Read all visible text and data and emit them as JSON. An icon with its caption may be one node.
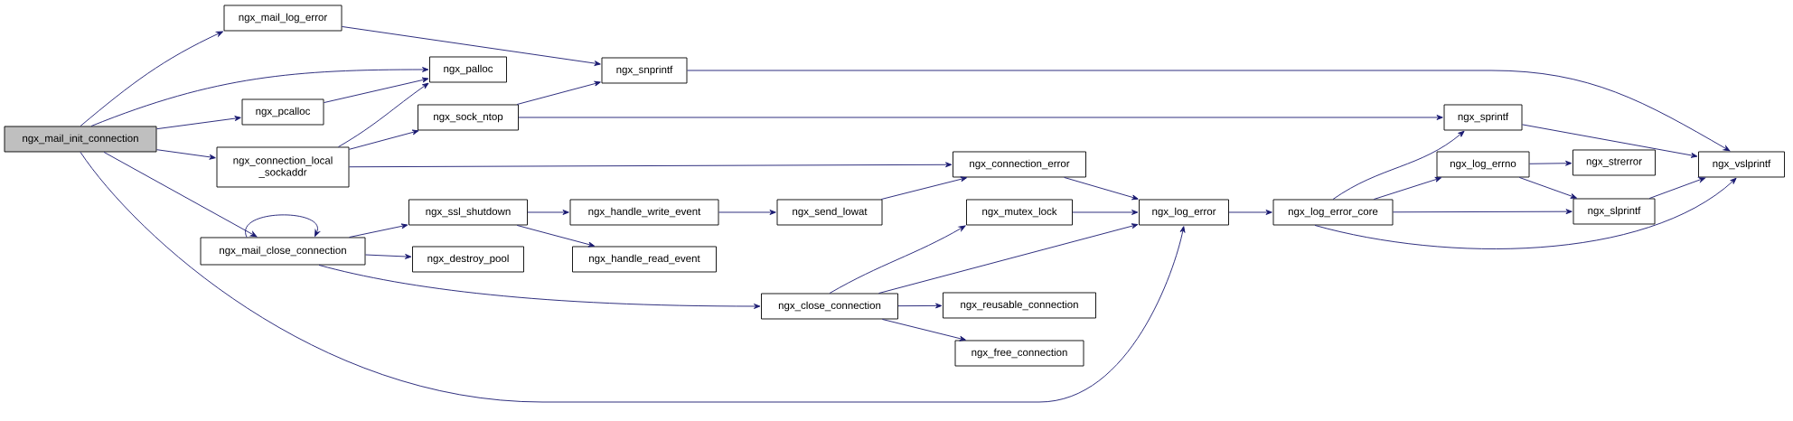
{
  "diagram": {
    "nodes": [
      {
        "text": [
          "ngx_mail_init_connection"
        ]
      },
      {
        "text": [
          "ngx_mail_log_error"
        ]
      },
      {
        "text": [
          "ngx_palloc"
        ]
      },
      {
        "text": [
          "ngx_pcalloc"
        ]
      },
      {
        "text": [
          "ngx_connection_local _sockaddr"
        ]
      },
      {
        "text": [
          "ngx_mail_close_connection"
        ]
      },
      {
        "text": [
          "ngx_snprintf"
        ]
      },
      {
        "text": [
          "ngx_sock_ntop"
        ]
      },
      {
        "text": [
          "ngx_connection_error"
        ]
      },
      {
        "text": [
          "ngx_ssl_shutdown"
        ]
      },
      {
        "text": [
          "ngx_destroy_pool"
        ]
      },
      {
        "text": [
          "ngx_handle_write_event"
        ]
      },
      {
        "text": [
          "ngx_handle_read_event"
        ]
      },
      {
        "text": [
          "ngx_send_lowat"
        ]
      },
      {
        "text": [
          "ngx_close_connection"
        ]
      },
      {
        "text": [
          "ngx_mutex_lock"
        ]
      },
      {
        "text": [
          "ngx_reusable_connection"
        ]
      },
      {
        "text": [
          "ngx_free_connection"
        ]
      },
      {
        "text": [
          "ngx_log_error"
        ]
      },
      {
        "text": [
          "ngx_log_error_core"
        ]
      },
      {
        "text": [
          "ngx_sprintf"
        ]
      },
      {
        "text": [
          "ngx_log_errno"
        ]
      },
      {
        "text": [
          "ngx_strerror"
        ]
      },
      {
        "text": [
          "ngx_slprintf"
        ]
      },
      {
        "text": [
          "ngx_vslprintf"
        ]
      }
    ],
    "edges": [
      {
        "from": 0,
        "to": 1,
        "arrow": "to"
      },
      {
        "from": 0,
        "to": 2,
        "arrow": "to"
      },
      {
        "from": 0,
        "to": 3,
        "arrow": "to"
      },
      {
        "from": 0,
        "to": 4,
        "arrow": "to"
      },
      {
        "from": 0,
        "to": 5,
        "arrow": "to"
      },
      {
        "from": 0,
        "to": 18,
        "arrow": "to"
      },
      {
        "from": 1,
        "to": 6,
        "arrow": "to"
      },
      {
        "from": 3,
        "to": 2,
        "arrow": "to"
      },
      {
        "from": 4,
        "to": 2,
        "arrow": "to"
      },
      {
        "from": 4,
        "to": 7,
        "arrow": "to"
      },
      {
        "from": 4,
        "to": 8,
        "arrow": "to"
      },
      {
        "from": 5,
        "to": 5,
        "arrow": "to"
      },
      {
        "from": 5,
        "to": 9,
        "arrow": "to"
      },
      {
        "from": 5,
        "to": 10,
        "arrow": "to"
      },
      {
        "from": 5,
        "to": 14,
        "arrow": "to"
      },
      {
        "from": 6,
        "to": 24,
        "arrow": "to"
      },
      {
        "from": 7,
        "to": 6,
        "arrow": "to"
      },
      {
        "from": 7,
        "to": 20,
        "arrow": "to"
      },
      {
        "from": 9,
        "to": 11,
        "arrow": "to"
      },
      {
        "from": 9,
        "to": 12,
        "arrow": "to"
      },
      {
        "from": 11,
        "to": 13,
        "arrow": "to"
      },
      {
        "from": 13,
        "to": 8,
        "arrow": "to"
      },
      {
        "from": 8,
        "to": 18,
        "arrow": "to"
      },
      {
        "from": 14,
        "to": 15,
        "arrow": "to"
      },
      {
        "from": 14,
        "to": 18,
        "arrow": "to"
      },
      {
        "from": 14,
        "to": 16,
        "arrow": "to"
      },
      {
        "from": 14,
        "to": 17,
        "arrow": "to"
      },
      {
        "from": 15,
        "to": 18,
        "arrow": "to"
      },
      {
        "from": 18,
        "to": 19,
        "arrow": "to"
      },
      {
        "from": 19,
        "to": 20,
        "arrow": "to"
      },
      {
        "from": 19,
        "to": 21,
        "arrow": "to"
      },
      {
        "from": 19,
        "to": 23,
        "arrow": "to"
      },
      {
        "from": 19,
        "to": 24,
        "arrow": "to"
      },
      {
        "from": 20,
        "to": 24,
        "arrow": "to"
      },
      {
        "from": 21,
        "to": 22,
        "arrow": "to"
      },
      {
        "from": 21,
        "to": 23,
        "arrow": "to"
      },
      {
        "from": 23,
        "to": 24,
        "arrow": "to"
      }
    ]
  }
}
